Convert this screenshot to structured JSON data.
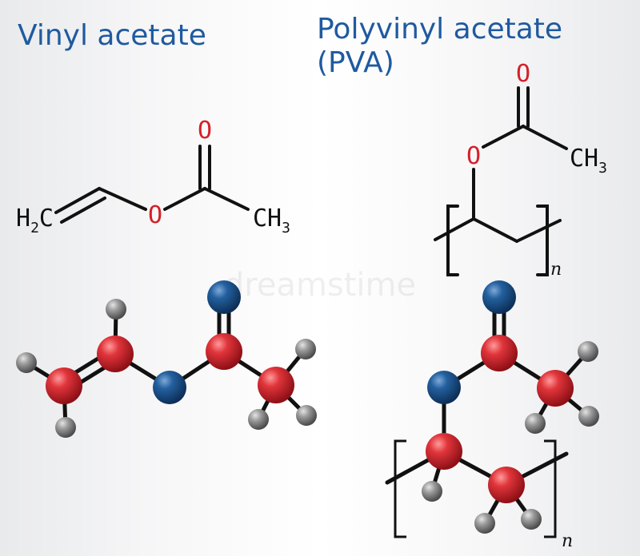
{
  "titles": {
    "left": "Vinyl acetate",
    "right_line1": "Polyvinyl acetate",
    "right_line2": "(PVA)"
  },
  "skeletal_left": {
    "h2c": "H",
    "h2c_sub": "2",
    "h2c_c": "C",
    "o_ether": "O",
    "o_carbonyl": "O",
    "ch3": "CH",
    "ch3_sub": "3"
  },
  "skeletal_right": {
    "o_ether": "O",
    "o_carbonyl": "O",
    "ch3": "CH",
    "ch3_sub": "3",
    "repeat": "n"
  },
  "ball_stick_right": {
    "repeat": "n"
  },
  "watermark": "dreamstime",
  "colors": {
    "title": "#1f5aa0",
    "oxygen_label": "#d4202a",
    "carbon_ball": "#d52b32",
    "oxygen_ball": "#1f5a9c",
    "hydrogen_ball": "#8c8c8c",
    "bond": "#111111"
  }
}
